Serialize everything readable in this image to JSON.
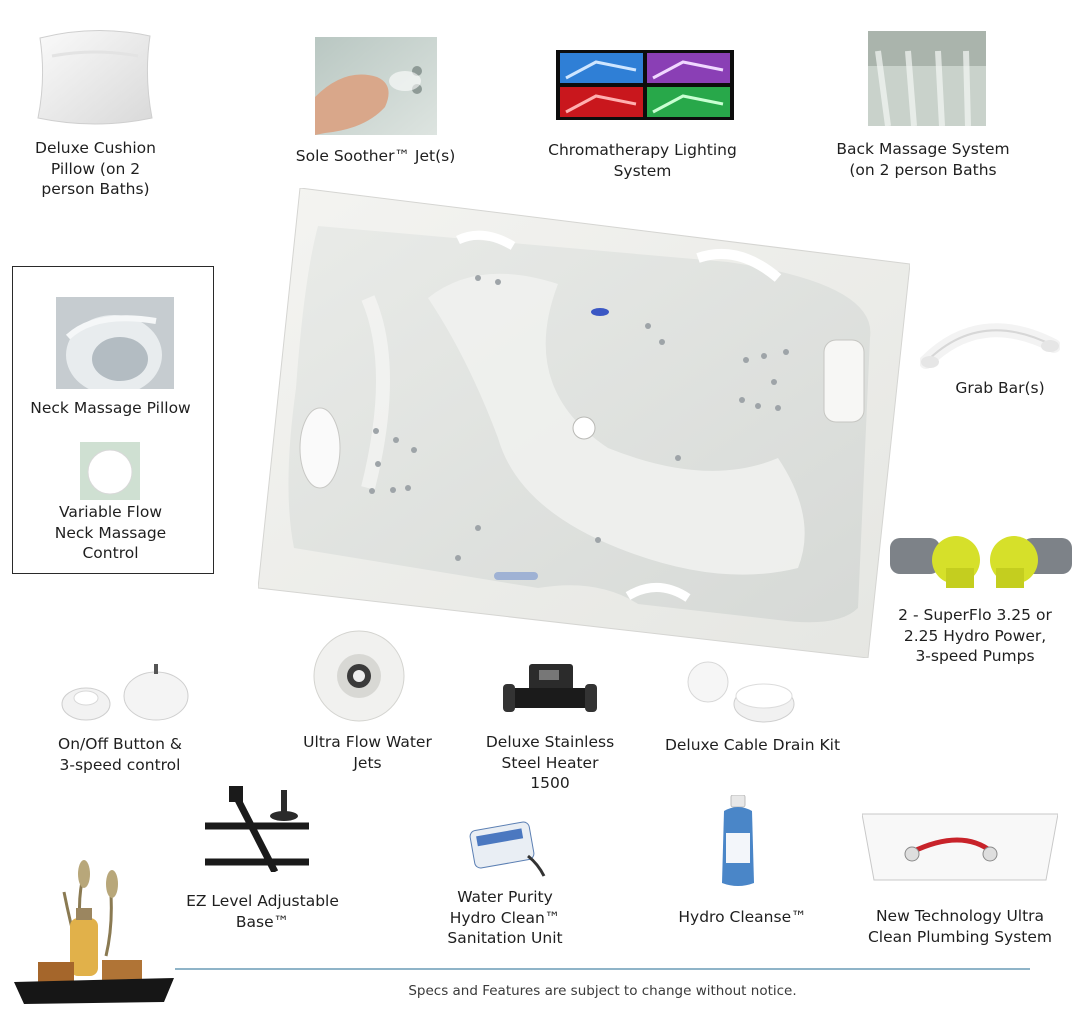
{
  "features": {
    "pillow": "Deluxe Cushion\nPillow (on 2\nperson Baths)",
    "sole_soother": "Sole Soother™ Jet(s)",
    "chromatherapy": "Chromatherapy Lighting\nSystem",
    "back_massage": "Back Massage System\n(on 2 person Baths",
    "neck_pillow": "Neck Massage Pillow",
    "variable_flow": "Variable Flow\nNeck Massage\nControl",
    "grab_bar": "Grab Bar(s)",
    "pumps": "2 - SuperFlo 3.25 or\n2.25 Hydro Power,\n3-speed Pumps",
    "onoff": "On/Off Button &\n3-speed control",
    "jets": "Ultra Flow Water\nJets",
    "heater": "Deluxe Stainless\nSteel Heater\n1500",
    "drain": "Deluxe Cable Drain Kit",
    "base": "EZ Level Adjustable\nBase™",
    "purity": "Water Purity\nHydro Clean™\nSanitation Unit",
    "cleanse": "Hydro Cleanse™",
    "plumbing": "New Technology Ultra\nClean Plumbing System"
  },
  "footer": {
    "notice": "Specs and Features are subject to change without notice."
  },
  "colors": {
    "footer_rule": "#8fb4c8",
    "pump_yellow": "#d6e02a",
    "plumbing_red": "#c8232a"
  }
}
